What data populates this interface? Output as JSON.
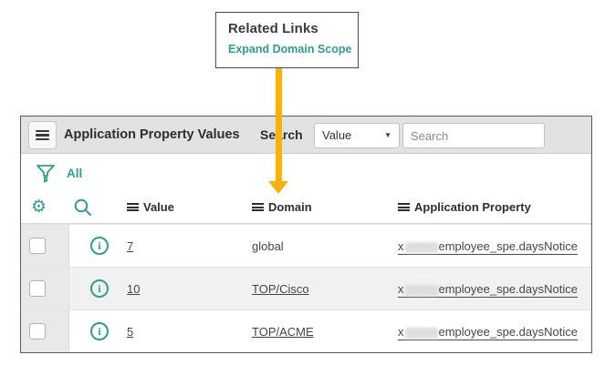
{
  "callout": {
    "title": "Related Links",
    "link_label": "Expand Domain Scope"
  },
  "list": {
    "title": "Application Property Values",
    "search_label": "Search",
    "search_field_selected": "Value",
    "search_placeholder": "Search",
    "filter_breadcrumb": "All",
    "columns": [
      "Value",
      "Domain",
      "Application Property"
    ],
    "rows": [
      {
        "value": "7",
        "domain": "global",
        "domain_is_link": "false",
        "property_prefix": "x",
        "property_redacted": "true",
        "property_suffix": "employee_spe.daysNotice"
      },
      {
        "value": "10",
        "domain": "TOP/Cisco",
        "domain_is_link": "true",
        "property_prefix": "x",
        "property_redacted": "true",
        "property_suffix": "employee_spe.daysNotice"
      },
      {
        "value": "5",
        "domain": "TOP/ACME",
        "domain_is_link": "true",
        "property_prefix": "x",
        "property_redacted": "true",
        "property_suffix": "employee_spe.daysNotice"
      }
    ]
  },
  "icons": {
    "gear": "⚙",
    "dropdown_caret": "▼",
    "info_glyph": "i"
  },
  "colors": {
    "accent_teal": "#2f9e8f",
    "arrow_gold": "#fcb104",
    "header_bar_gray": "#e2e2e2",
    "alt_row_gray": "#f1f1f1"
  }
}
